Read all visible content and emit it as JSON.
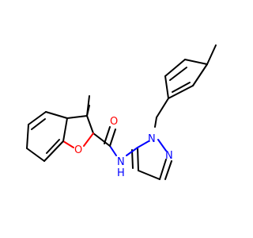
{
  "atoms": {
    "carbonyl_oxygen": {
      "symbol": "O",
      "color": "#ff0000"
    },
    "furan_oxygen": {
      "symbol": "O",
      "color": "#ff0000"
    },
    "amide_nh": {
      "symbol": "N",
      "suffix": "H",
      "color": "#0000ff"
    },
    "pyrazole_n1": {
      "symbol": "N",
      "color": "#0000ff"
    },
    "pyrazole_n2": {
      "symbol": "N",
      "color": "#0000ff"
    }
  },
  "colors": {
    "carbon_bond": "#000000",
    "nitrogen": "#0000ff",
    "oxygen": "#ff0000",
    "background": "#ffffff"
  }
}
